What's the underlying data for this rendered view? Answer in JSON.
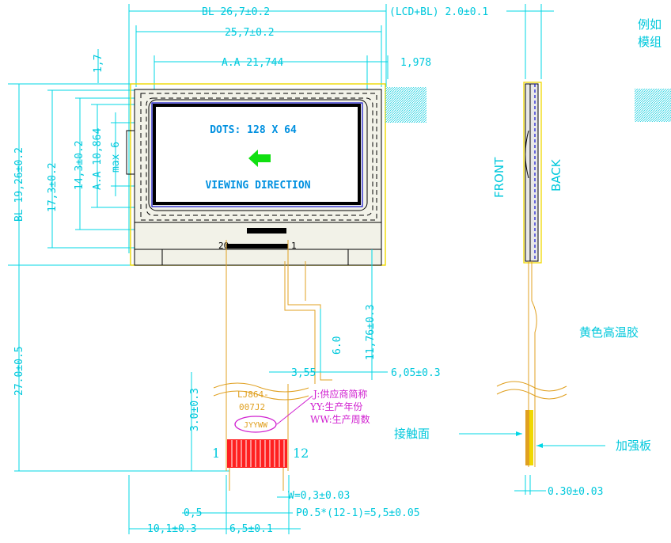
{
  "colors": {
    "dimension": "#00d7e6",
    "outline": "#f0d800",
    "fpc": "#e0a020",
    "label": "#d020d0",
    "arrow": "#10e010",
    "pads": "#ff2020",
    "hatch": "#20d0e0"
  },
  "dims": {
    "bl_width": "BL 26,7±0.2",
    "lcd_bl": "(LCD+BL) 2.0±0.1",
    "outer_width": "25,7±0.2",
    "aa_width": "A.A 21,744",
    "aa_offset": "1,978",
    "top_gap": "1,7",
    "bl_height": "BL 19,26±0.2",
    "height_173": "17,3±0.2",
    "height_143": "14,3±0.2",
    "aa_height": "A.A 10,864",
    "max6": "max 6",
    "fpc_len": "27.0±0.5",
    "fpc_30": "3.0±0.3",
    "fpc_60": "6.0",
    "fpc_1176": "11,76±0.3",
    "fpc_355": "3,55",
    "fpc_605": "6,05±0.3",
    "pin_w": "W=0,3±0.03",
    "pin_05": "0,5",
    "pitch": "P0.5*(12-1)=5,5±0.05",
    "left_101": "10,1±0.3",
    "fpc_width": "6,5±0.1",
    "thick_030": "0.30±0.03"
  },
  "lcd": {
    "dots": "DOTS: 128 X 64",
    "viewing": "VIEWING DIRECTION",
    "pin20": "20",
    "pin1": "1"
  },
  "fpc_labels": {
    "code1": "LJ864-",
    "code2": "007J2",
    "yyww": "JYYWW",
    "legend1": "J:供应商简称",
    "legend2": "YY:生产年份",
    "legend3": "WW:生产周数",
    "pad_left": "1",
    "pad_right": "12"
  },
  "side": {
    "front": "FRONT",
    "back": "BACK"
  },
  "notes": {
    "example1": "例如",
    "example2": "模组",
    "yellow_tape": "黄色高温胶",
    "contact": "接触面",
    "stiffener": "加强板"
  }
}
